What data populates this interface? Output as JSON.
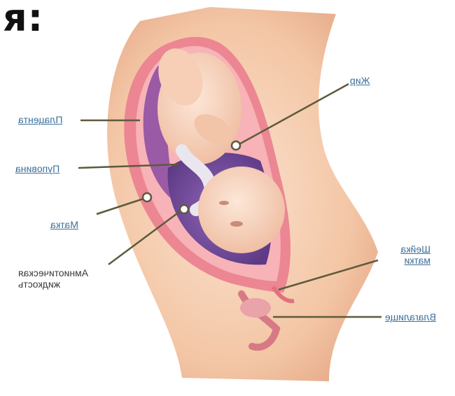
{
  "corner_text": "я:",
  "labels": {
    "fat": "Жир",
    "placenta": "Плацента",
    "umbilical_cord": "Пуповина",
    "uterus": "Матка",
    "amniotic_fluid_line1": "Амниотическая",
    "amniotic_fluid_line2": "жидкость",
    "cervix_line1": "Шейка",
    "cervix_line2": "матки",
    "vagina": "Влагалище"
  },
  "colors": {
    "skin": "#f3c7a6",
    "skin_dark": "#e9a988",
    "uterus_wall": "#f08f9a",
    "placenta": "#9a5aa5",
    "amniotic": "#7b4fa0",
    "baby": "#f6d2bc",
    "label": "#3c6f9a",
    "leader_line": "#5e5a3c"
  }
}
